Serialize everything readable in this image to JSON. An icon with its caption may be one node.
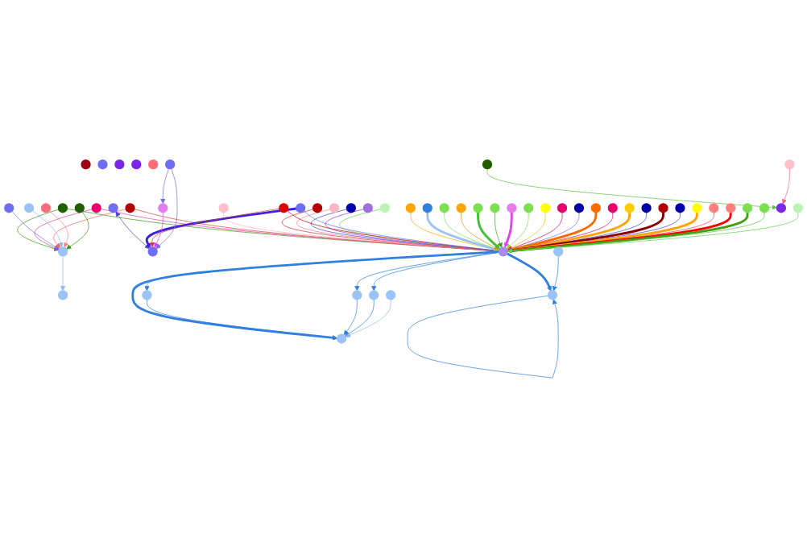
{
  "diagram": {
    "nodes": [
      {
        "text": [],
        "shape": "circle"
      },
      {
        "text": [],
        "shape": "circle"
      },
      {
        "text": [],
        "shape": "circle"
      },
      {
        "text": [],
        "shape": "circle"
      },
      {
        "text": [],
        "shape": "circle"
      },
      {
        "text": [],
        "shape": "circle"
      },
      {
        "text": [],
        "shape": "circle"
      },
      {
        "text": [],
        "shape": "circle"
      },
      {
        "text": [],
        "shape": "circle"
      },
      {
        "text": [],
        "shape": "circle"
      },
      {
        "text": [],
        "shape": "circle"
      },
      {
        "text": [],
        "shape": "circle"
      },
      {
        "text": [],
        "shape": "circle"
      },
      {
        "text": [],
        "shape": "circle"
      },
      {
        "text": [],
        "shape": "circle"
      },
      {
        "text": [],
        "shape": "circle"
      },
      {
        "text": [],
        "shape": "circle"
      },
      {
        "text": [],
        "shape": "circle"
      },
      {
        "text": [],
        "shape": "circle"
      },
      {
        "text": [],
        "shape": "circle"
      },
      {
        "text": [],
        "shape": "circle"
      },
      {
        "text": [],
        "shape": "circle"
      },
      {
        "text": [],
        "shape": "circle"
      },
      {
        "text": [],
        "shape": "circle"
      },
      {
        "text": [],
        "shape": "circle"
      },
      {
        "text": [],
        "shape": "circle"
      },
      {
        "text": [],
        "shape": "circle"
      },
      {
        "text": [],
        "shape": "circle"
      },
      {
        "text": [],
        "shape": "circle"
      },
      {
        "text": [],
        "shape": "circle"
      },
      {
        "text": [],
        "shape": "circle"
      },
      {
        "text": [],
        "shape": "circle"
      },
      {
        "text": [],
        "shape": "circle"
      },
      {
        "text": [],
        "shape": "circle"
      },
      {
        "text": [],
        "shape": "circle"
      },
      {
        "text": [],
        "shape": "circle"
      },
      {
        "text": [],
        "shape": "circle"
      },
      {
        "text": [],
        "shape": "circle"
      },
      {
        "text": [],
        "shape": "circle"
      },
      {
        "text": [],
        "shape": "circle"
      },
      {
        "text": [],
        "shape": "circle"
      },
      {
        "text": [],
        "shape": "circle"
      },
      {
        "text": [],
        "shape": "circle"
      },
      {
        "text": [],
        "shape": "circle"
      },
      {
        "text": [],
        "shape": "circle"
      },
      {
        "text": [],
        "shape": "circle"
      },
      {
        "text": [],
        "shape": "circle"
      },
      {
        "text": [],
        "shape": "circle"
      },
      {
        "text": [],
        "shape": "circle"
      },
      {
        "text": [],
        "shape": "circle"
      },
      {
        "text": [],
        "shape": "circle"
      },
      {
        "text": [],
        "shape": "circle"
      },
      {
        "text": [],
        "shape": "circle"
      },
      {
        "text": [],
        "shape": "circle"
      },
      {
        "text": [],
        "shape": "circle"
      },
      {
        "text": [],
        "shape": "circle"
      },
      {
        "text": [],
        "shape": "circle"
      },
      {
        "text": [],
        "shape": "circle"
      },
      {
        "text": [],
        "shape": "circle"
      },
      {
        "text": [],
        "shape": "circle"
      }
    ],
    "edges": [
      {
        "from": 0,
        "to": 33,
        "arrow": "to",
        "color": "#3a9a10"
      },
      {
        "from": 1,
        "to": 33,
        "arrow": "to",
        "color": "#e0409a"
      },
      {
        "from": 3,
        "to": 33,
        "arrow": "to",
        "color": "#e04040"
      },
      {
        "from": 5,
        "to": 33,
        "arrow": "to",
        "color": "#ffb0c0"
      },
      {
        "from": 6,
        "to": 33,
        "arrow": "to",
        "color": "#e03030"
      },
      {
        "from": 7,
        "to": 33,
        "arrow": "to",
        "color": "#ff8090"
      },
      {
        "from": 11,
        "to": 33,
        "arrow": "to",
        "color": "#4040e0"
      },
      {
        "from": 15,
        "to": 33,
        "arrow": "to",
        "color": "#8040e0"
      },
      {
        "from": 16,
        "to": 33,
        "arrow": "to",
        "color": "#60d050"
      },
      {
        "from": 19,
        "to": 33,
        "arrow": "to",
        "color": "#c00000"
      },
      {
        "from": 20,
        "to": 33,
        "arrow": "to",
        "color": "#6e6ef5"
      },
      {
        "from": 21,
        "to": 33,
        "arrow": "to",
        "color": "#ffa500"
      },
      {
        "from": 23,
        "to": 33,
        "arrow": "to",
        "style": "thick",
        "color": "#9cc3f7"
      },
      {
        "from": 24,
        "to": 33,
        "arrow": "to",
        "color": "#7ae050"
      },
      {
        "from": 25,
        "to": 33,
        "arrow": "to",
        "color": "#e09000"
      },
      {
        "from": 26,
        "to": 33,
        "arrow": "to",
        "style": "thick",
        "color": "#40c030"
      },
      {
        "from": 30,
        "to": 33,
        "arrow": "to",
        "color": "#40a020"
      },
      {
        "from": 32,
        "to": 33,
        "arrow": "to",
        "style": "thick",
        "color": "#e040f0"
      },
      {
        "from": 35,
        "to": 33,
        "arrow": "to",
        "color": "#7ae050"
      },
      {
        "from": 37,
        "to": 33,
        "arrow": "to",
        "color": "#f0c000"
      },
      {
        "from": 38,
        "to": 33,
        "arrow": "to",
        "color": "#e0006e"
      },
      {
        "from": 39,
        "to": 33,
        "arrow": "to",
        "color": "#6e6ef5"
      },
      {
        "from": 40,
        "to": 33,
        "arrow": "to",
        "style": "thick",
        "color": "#ff6a00"
      },
      {
        "from": 44,
        "to": 33,
        "arrow": "to",
        "color": "#e0006e"
      },
      {
        "from": 45,
        "to": 33,
        "arrow": "to",
        "style": "thick",
        "color": "#ffa500"
      },
      {
        "from": 46,
        "to": 33,
        "arrow": "to",
        "color": "#4040e0"
      },
      {
        "from": 48,
        "to": 33,
        "arrow": "to",
        "style": "thick",
        "color": "#8b0000"
      },
      {
        "from": 49,
        "to": 33,
        "arrow": "to",
        "color": "#4040e0"
      },
      {
        "from": 52,
        "to": 33,
        "arrow": "to",
        "style": "thick",
        "color": "#ffa500"
      },
      {
        "from": 53,
        "to": 33,
        "arrow": "to",
        "color": "#ff4040"
      },
      {
        "from": 54,
        "to": 33,
        "arrow": "to",
        "style": "thick",
        "color": "#ff0000"
      },
      {
        "from": 57,
        "to": 33,
        "arrow": "to",
        "style": "thick",
        "color": "#40a010"
      },
      {
        "from": 58,
        "to": 33,
        "arrow": "to",
        "color": "#60c040"
      },
      {
        "from": 43,
        "to": 33,
        "arrow": "to",
        "color": "#60d050"
      },
      {
        "from": 33,
        "to": 36,
        "arrow": "to",
        "style": "thick",
        "color": "#2f80e0"
      },
      {
        "from": 33,
        "to": 42,
        "arrow": "to",
        "style": "thick",
        "color": "#2f80e0"
      },
      {
        "from": 33,
        "to": 47,
        "arrow": "to",
        "color": "#2f80e0"
      },
      {
        "from": 33,
        "to": 51,
        "arrow": "to",
        "color": "#2f80e0"
      },
      {
        "from": 33,
        "to": 22,
        "arrow": "to",
        "color": "#2f80e0"
      },
      {
        "from": 0,
        "to": 12,
        "arrow": "to",
        "color": "#3a9a10"
      },
      {
        "from": 1,
        "to": 12,
        "arrow": "to",
        "color": "#e0409a"
      },
      {
        "from": 2,
        "to": 12,
        "arrow": "to",
        "color": "#6e6ef5"
      },
      {
        "from": 3,
        "to": 12,
        "arrow": "to",
        "color": "#ff6060"
      },
      {
        "from": 4,
        "to": 12,
        "arrow": "to",
        "color": "#8ab8f5"
      },
      {
        "from": 8,
        "to": 12,
        "arrow": "to",
        "color": "#ff8090"
      },
      {
        "from": 10,
        "to": 12,
        "arrow": "to",
        "color": "#3a9a10"
      },
      {
        "from": 12,
        "to": 9,
        "arrow": "to",
        "color": "#8ab8f5"
      },
      {
        "from": 13,
        "to": 27,
        "arrow": "both",
        "color": "#4040e0"
      },
      {
        "from": 20,
        "to": 27,
        "arrow": "to",
        "style": "thick",
        "color": "#4020e0"
      },
      {
        "from": 19,
        "to": 27,
        "arrow": "to",
        "color": "#c04040"
      },
      {
        "from": 34,
        "to": 27,
        "arrow": "to",
        "color": "#e040f0"
      },
      {
        "from": 41,
        "to": 27,
        "arrow": "to",
        "color": "#6e6ef5"
      },
      {
        "from": 41,
        "to": 34,
        "arrow": "to",
        "color": "#6e6ef5"
      },
      {
        "from": 56,
        "to": 59,
        "arrow": "to",
        "color": "#60c040"
      },
      {
        "from": 55,
        "to": 59,
        "arrow": "to",
        "color": "#ff6080"
      },
      {
        "from": 47,
        "to": 36,
        "arrow": "to",
        "color": "#2f80e0"
      },
      {
        "from": 51,
        "to": 36,
        "arrow": "to",
        "color": "#2f80e0"
      },
      {
        "from": 22,
        "to": 36,
        "arrow": "to",
        "color": "#2f80e0"
      },
      {
        "from": 31,
        "to": 36,
        "arrow": "to",
        "color": "#8ab8f5"
      },
      {
        "from": 50,
        "to": 42,
        "arrow": "to",
        "color": "#2f80e0"
      },
      {
        "from": 42,
        "to": 42,
        "arrow": "to",
        "color": "#2f80e0"
      }
    ]
  }
}
